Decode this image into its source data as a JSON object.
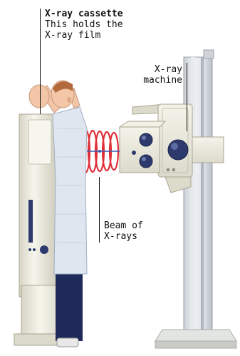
{
  "labels": {
    "cassette": {
      "title": "X-ray cassette",
      "line2": "This holds the",
      "line3": "X-ray film"
    },
    "machine": {
      "line1": "X-ray",
      "line2": "machine"
    },
    "beam": {
      "line1": "Beam of",
      "line2": "X-rays"
    }
  },
  "colors": {
    "beam_rings": "#e0303a",
    "gown": "#dfe6ef",
    "equipment": "#ecebe0",
    "knob": "#2d3a6e"
  }
}
